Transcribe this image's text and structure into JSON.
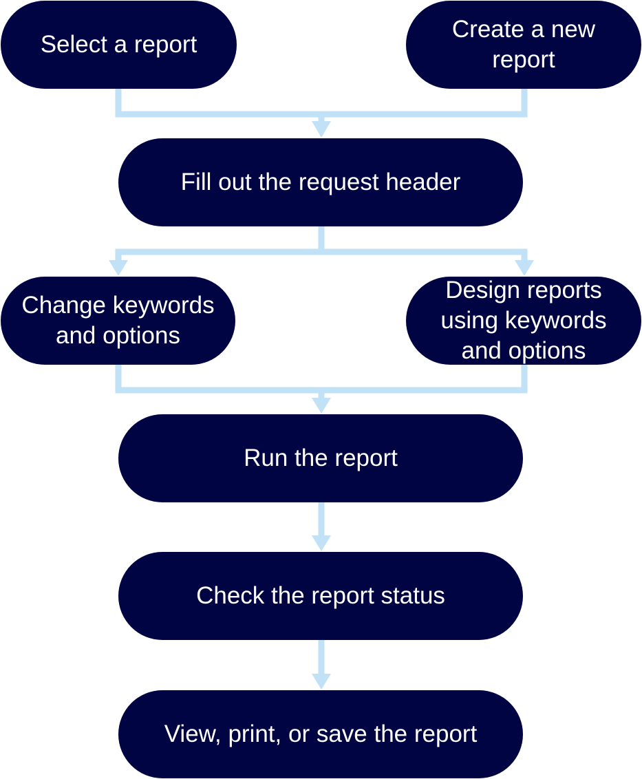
{
  "connector_color": "#c1e1f7",
  "node_color": "#000442",
  "text_color": "#ffffff",
  "steps": {
    "select": "Select a report",
    "create": "Create a new report",
    "fill": "Fill out the request header",
    "change": "Change keywords and options",
    "design": "Design reports using keywords and options",
    "run": "Run the report",
    "check": "Check the report status",
    "view": "View, print, or save the report"
  },
  "edges": [
    {
      "from": "select",
      "to": "fill"
    },
    {
      "from": "create",
      "to": "fill"
    },
    {
      "from": "fill",
      "to": "change"
    },
    {
      "from": "fill",
      "to": "design"
    },
    {
      "from": "change",
      "to": "run"
    },
    {
      "from": "design",
      "to": "run"
    },
    {
      "from": "run",
      "to": "check"
    },
    {
      "from": "check",
      "to": "view"
    }
  ]
}
